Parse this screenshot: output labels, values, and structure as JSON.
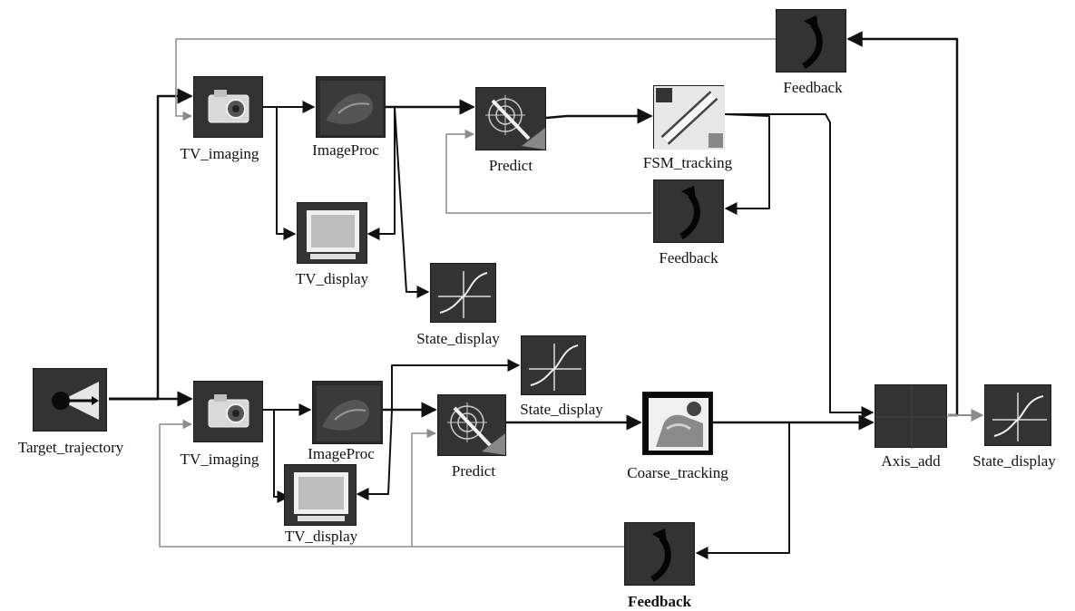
{
  "diagram": {
    "labels": {
      "target_trajectory": "Target_trajectory",
      "tv_imaging_top": "TV_imaging",
      "imageproc_top": "ImageProc",
      "tv_display_top": "TV_display",
      "state_display_top": "State_display",
      "predict_top": "Predict",
      "fsm_tracking": "FSM_tracking",
      "feedback_fsm": "Feedback",
      "feedback_top": "Feedback",
      "tv_imaging_bottom": "TV_imaging",
      "imageproc_bottom": "ImageProc",
      "tv_display_bottom": "TV_display",
      "state_display_mid": "State_display",
      "predict_bottom": "Predict",
      "coarse_tracking": "Coarse_tracking",
      "feedback_bottom": "Feedback",
      "axis_add": "Axis_add",
      "state_display_right": "State_display"
    },
    "icons": {
      "target": "target-arrow-icon",
      "camera": "camera-icon",
      "image": "processed-image-icon",
      "monitor": "tv-monitor-icon",
      "plot": "state-plot-icon",
      "crosshair": "crosshair-icon",
      "mirror": "fast-steering-mirror-icon",
      "feedback": "curved-arrow-icon",
      "gimbal": "gimbal-icon",
      "sum": "axis-sum-icon"
    },
    "colors": {
      "block_bg": "#333333",
      "line_dark": "#111111",
      "line_gray": "#8c8c8c"
    }
  }
}
